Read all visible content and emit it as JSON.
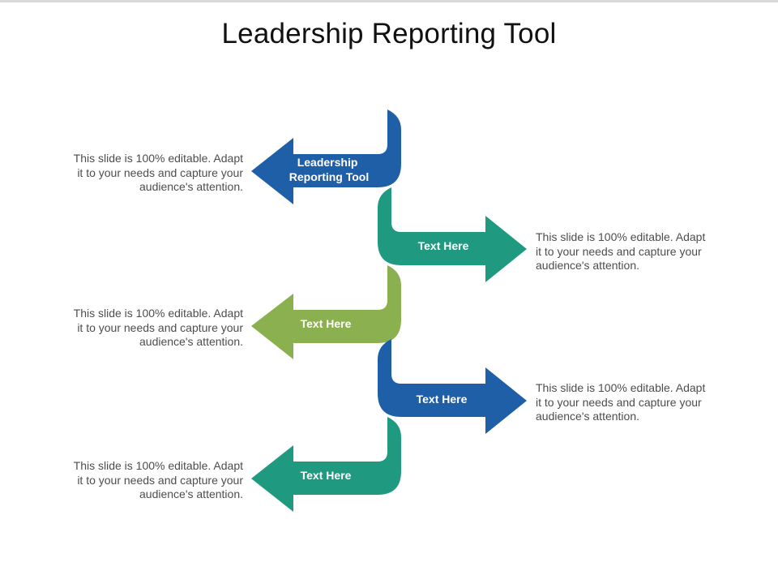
{
  "title": "Leadership Reporting Tool",
  "colors": {
    "blue": "#1f5fa8",
    "teal": "#1f9a80",
    "green": "#8bb04f"
  },
  "steps": [
    {
      "label_lines": [
        "Leadership",
        "Reporting Tool"
      ],
      "color": "#1f5fa8",
      "direction": "left",
      "description_lines": [
        "This slide is 100% editable. Adapt",
        "it to your needs and capture your",
        "audience's attention."
      ]
    },
    {
      "label_lines": [
        "Text Here"
      ],
      "color": "#1f9a80",
      "direction": "right",
      "description_lines": [
        "This slide is 100% editable. Adapt",
        "it to your needs and capture your",
        "audience's attention."
      ]
    },
    {
      "label_lines": [
        "Text Here"
      ],
      "color": "#8bb04f",
      "direction": "left",
      "description_lines": [
        "This slide is 100% editable. Adapt",
        "it to your needs and capture your",
        "audience's attention."
      ]
    },
    {
      "label_lines": [
        "Text Here"
      ],
      "color": "#1f5fa8",
      "direction": "right",
      "description_lines": [
        "This slide is 100% editable. Adapt",
        "it to your needs and capture your",
        "audience's attention."
      ]
    },
    {
      "label_lines": [
        "Text Here"
      ],
      "color": "#1f9a80",
      "direction": "left",
      "description_lines": [
        "This slide is 100% editable. Adapt",
        "it to your needs and capture your",
        "audience's attention."
      ]
    }
  ]
}
